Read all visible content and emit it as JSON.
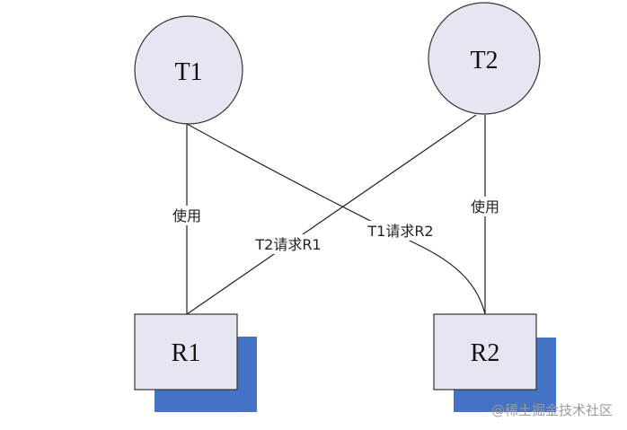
{
  "nodes": {
    "t1": {
      "label": "T1"
    },
    "t2": {
      "label": "T2"
    },
    "r1": {
      "label": "R1"
    },
    "r2": {
      "label": "R2"
    }
  },
  "edges": {
    "t1_r1": {
      "label": "使用"
    },
    "t2_r1": {
      "label": "T2请求R1"
    },
    "t1_r2": {
      "label": "T1请求R2"
    },
    "t2_r2": {
      "label": "使用"
    }
  },
  "watermark": {
    "text": "@稀土掘金技术社区"
  },
  "colors": {
    "node_fill": "#e6e6f2",
    "node_stroke": "#333333",
    "shadow": "#4472c4",
    "line": "#222222"
  }
}
